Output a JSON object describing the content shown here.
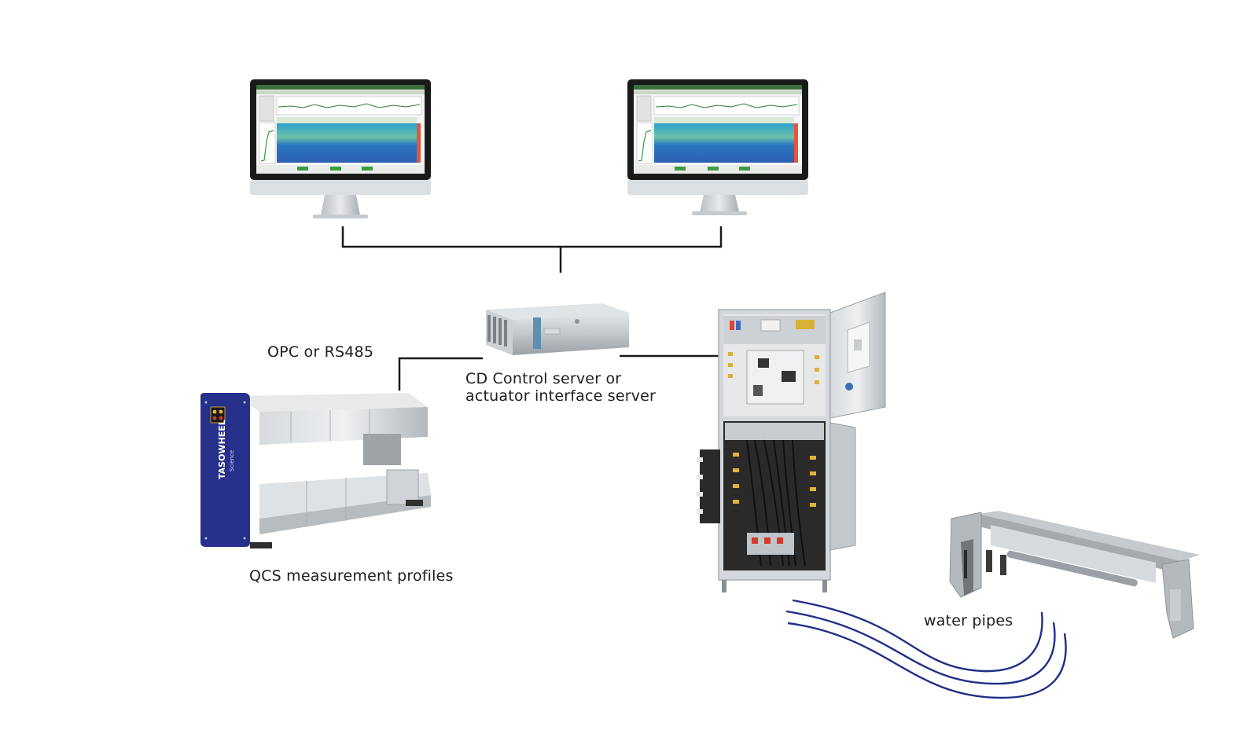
{
  "labels": {
    "opc": "OPC or RS485",
    "server_line1": "CD Control server or",
    "server_line2": "actuator interface server",
    "qcs": "QCS measurement profiles",
    "water": "water pipes"
  },
  "brand": {
    "scanner_logo": "TASOWHEEL",
    "scanner_logo_sub": "Science"
  },
  "colors": {
    "line": "#1a1a1a",
    "pipes": "#1f2f86",
    "scanner_panel": "#27308a",
    "steel": "#c9cdd1",
    "screen_heatmap": "#3a86c8"
  },
  "icons": [
    "monitor-icon",
    "server-icon",
    "scanner-icon",
    "cabinet-icon",
    "actuator-beam-icon"
  ]
}
